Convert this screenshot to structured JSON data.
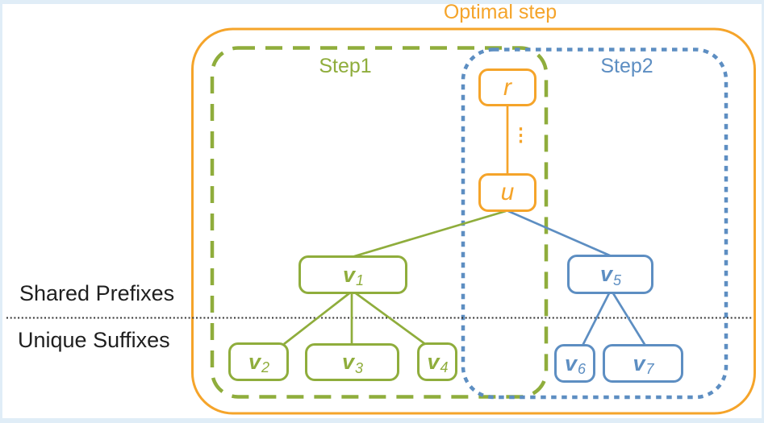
{
  "figure": {
    "title": "Optimal step",
    "regions": {
      "step1": {
        "label": "Step1"
      },
      "step2": {
        "label": "Step2"
      }
    },
    "row_labels": {
      "shared_prefixes": "Shared Prefixes",
      "unique_suffixes": "Unique Suffixes"
    },
    "nodes": {
      "r": {
        "main": "r",
        "sub": ""
      },
      "u": {
        "main": "u",
        "sub": ""
      },
      "v1": {
        "main": "v",
        "sub": "1"
      },
      "v2": {
        "main": "v",
        "sub": "2"
      },
      "v3": {
        "main": "v",
        "sub": "3"
      },
      "v4": {
        "main": "v",
        "sub": "4"
      },
      "v5": {
        "main": "v",
        "sub": "5"
      },
      "v6": {
        "main": "v",
        "sub": "6"
      },
      "v7": {
        "main": "v",
        "sub": "7"
      }
    },
    "ellipsis": "⋮",
    "edges": [
      {
        "from": "r",
        "to": "u",
        "color": "orange"
      },
      {
        "from": "u",
        "to": "v1",
        "color": "green"
      },
      {
        "from": "u",
        "to": "v5",
        "color": "blue"
      },
      {
        "from": "v1",
        "to": "v2",
        "color": "green"
      },
      {
        "from": "v1",
        "to": "v3",
        "color": "green"
      },
      {
        "from": "v1",
        "to": "v4",
        "color": "green"
      },
      {
        "from": "v5",
        "to": "v6",
        "color": "blue"
      },
      {
        "from": "v5",
        "to": "v7",
        "color": "blue"
      }
    ],
    "colors": {
      "orange": "#F5A42A",
      "green": "#8FAD3C",
      "blue": "#5D8EC2",
      "separator": "#333333",
      "text": "#1f1f1f",
      "frame": "#E0EDF7",
      "background": "#FFFFFF"
    }
  }
}
